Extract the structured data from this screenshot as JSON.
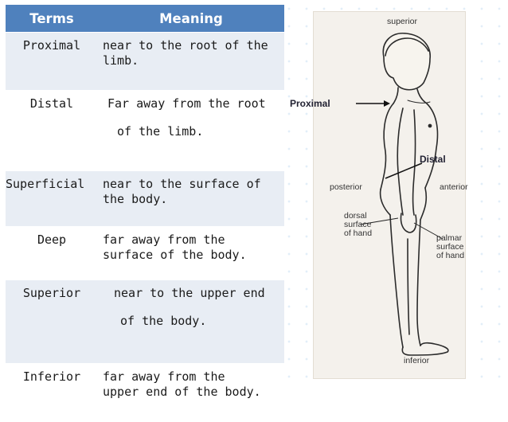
{
  "table": {
    "headers": [
      "Terms",
      "Meaning"
    ],
    "rows": [
      {
        "term": "Proximal",
        "meaning": [
          "near to the root of the",
          "limb."
        ]
      },
      {
        "term": "Distal",
        "meaning": [
          "Far away from the root",
          "of the limb."
        ]
      },
      {
        "term": "Superficial",
        "meaning": [
          "near to the surface of",
          "the body."
        ]
      },
      {
        "term": "Deep",
        "meaning": [
          "far away from the",
          "surface of the body."
        ]
      },
      {
        "term": "Superior",
        "meaning": [
          "near to the upper end",
          "of the body."
        ]
      },
      {
        "term": "Inferior",
        "meaning": [
          "far away from the",
          "upper end of the body."
        ]
      }
    ]
  },
  "figure": {
    "superior": "superior",
    "posterior": "posterior",
    "anterior": "anterior",
    "inferior": "inferior",
    "dorsal": [
      "dorsal",
      "surface",
      "of hand"
    ],
    "palmar": [
      "palmar",
      "surface",
      "of hand"
    ],
    "callout_proximal": "Proximal",
    "callout_distal": "Distal"
  },
  "colors": {
    "header_bg": "#4f81bd",
    "odd_row_bg": "#e8edf4",
    "even_row_bg": "#ffffff"
  }
}
